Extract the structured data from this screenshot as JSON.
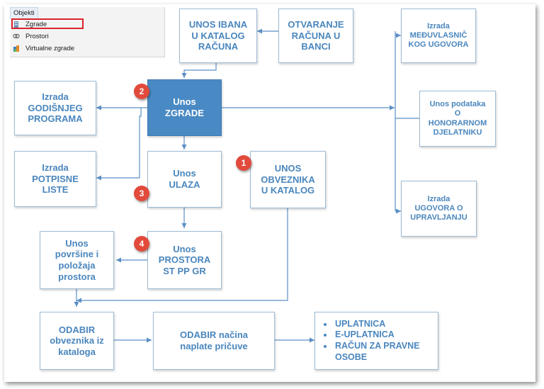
{
  "menu": {
    "header": "Objekti",
    "items": [
      {
        "label": "Zgrade",
        "icon": "building-icon"
      },
      {
        "label": "Prostori",
        "icon": "rooms-icon"
      },
      {
        "label": "Virtualne zgrade",
        "icon": "virtual-building-icon"
      }
    ],
    "selected": "Zgrade"
  },
  "boxes": {
    "unos_ibana": "UNOS IBANA\nU KATALOG\nRAČUNA",
    "otvaranje_racuna": "OTVARANJE\nRAČUNA U\nBANCI",
    "izrada_meduvlasnickog": "Izrada\nMEĐUVLASNIČ\nKOG UGOVORA",
    "izrada_godisnjeg": "Izrada\nGODIŠNJEG\nPROGRAMA",
    "unos_zgrade": "Unos\nZGRADE",
    "unos_podataka_honorarnom": "Unos podataka\nO\nHONORARNOM\nDJELATNIKU",
    "izrada_potpisne": "Izrada\nPOTPISNE\nLISTE",
    "unos_ulaza": "Unos\nULAZA",
    "unos_obveznika": "UNOS\nOBVEZNIKA\nU KATALOG",
    "izrada_ugovora_upravljanju": "Izrada\nUGOVORA O\nUPRAVLJANJU",
    "unos_povrsine": "Unos\npovršine i\npoložaja\nprostora",
    "unos_prostora": "Unos\nPROSTORA\nST PP GR",
    "odabir_obveznika": "ODABIR\nobveznika iz\nkataloga",
    "odabir_nacina": "ODABIR načina\nnaplate pričuve",
    "payment_options": [
      "UPLATNICA",
      "E-UPLATNICA",
      "RAČUN ZA PRAVNE OSOBE"
    ]
  },
  "badges": [
    "1",
    "2",
    "3",
    "4"
  ],
  "colors": {
    "box_border": "#9dbbd6",
    "box_text": "#4a86bd",
    "filled_box": "#4a8ac4",
    "arrow": "#5b8fc5",
    "badge": "#e24a3c",
    "menu_highlight": "#d9232d"
  }
}
